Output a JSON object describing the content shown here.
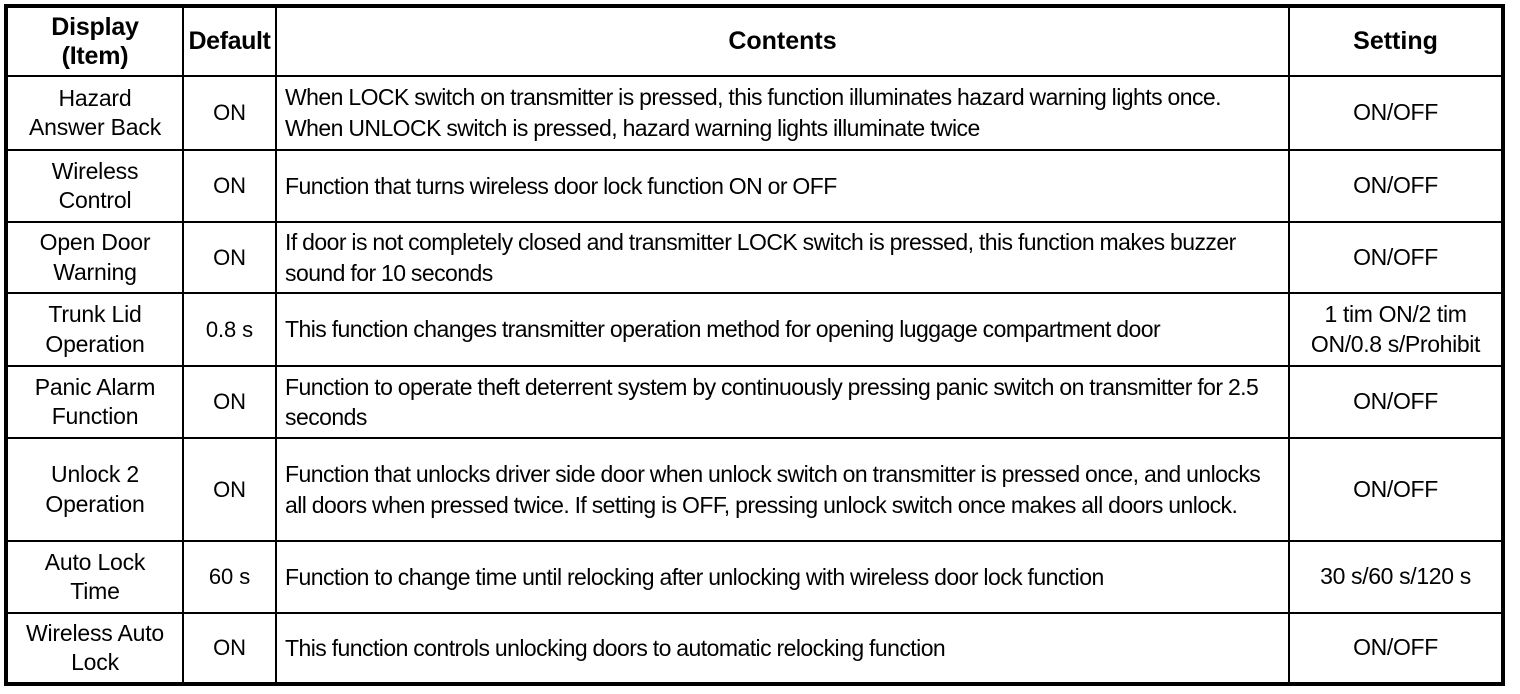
{
  "table": {
    "columns": [
      {
        "key": "item",
        "label_lines": [
          "Display",
          "(Item)"
        ]
      },
      {
        "key": "default",
        "label_lines": [
          "Default"
        ]
      },
      {
        "key": "contents",
        "label_lines": [
          "Contents"
        ]
      },
      {
        "key": "setting",
        "label_lines": [
          "Setting"
        ]
      }
    ],
    "headers": {
      "item_line1": "Display",
      "item_line2": "(Item)",
      "default": "Default",
      "contents": "Contents",
      "setting": "Setting"
    },
    "rows": [
      {
        "item_line1": "Hazard",
        "item_line2": "Answer Back",
        "default": "ON",
        "contents": "When LOCK switch on transmitter is pressed, this function illuminates hazard warning lights once. When UNLOCK switch is pressed, hazard warning lights illuminate twice",
        "setting_line1": "ON/OFF",
        "setting_line2": ""
      },
      {
        "item_line1": "Wireless",
        "item_line2": "Control",
        "default": "ON",
        "contents": "Function that turns wireless door lock function ON or OFF",
        "setting_line1": "ON/OFF",
        "setting_line2": ""
      },
      {
        "item_line1": "Open Door",
        "item_line2": "Warning",
        "default": "ON",
        "contents": "If door is not completely closed and transmitter LOCK switch is pressed, this function makes buzzer sound for 10 seconds",
        "setting_line1": "ON/OFF",
        "setting_line2": ""
      },
      {
        "item_line1": "Trunk Lid",
        "item_line2": "Operation",
        "default": "0.8 s",
        "contents": "This function changes transmitter operation method for opening luggage compartment door",
        "setting_line1": "1 tim ON/2 tim",
        "setting_line2": "ON/0.8 s/Prohibit"
      },
      {
        "item_line1": "Panic Alarm",
        "item_line2": "Function",
        "default": "ON",
        "contents": "Function to operate theft deterrent system by continuously pressing panic switch on transmitter for 2.5 seconds",
        "setting_line1": "ON/OFF",
        "setting_line2": ""
      },
      {
        "item_line1": "Unlock 2",
        "item_line2": "Operation",
        "default": "ON",
        "contents": "Function that unlocks driver side door when unlock switch on transmitter is pressed once, and unlocks all doors when pressed twice. If setting is OFF, pressing unlock switch once makes all doors unlock.",
        "setting_line1": "ON/OFF",
        "setting_line2": ""
      },
      {
        "item_line1": "Auto Lock",
        "item_line2": "Time",
        "default": "60 s",
        "contents": "Function to change time until relocking after unlocking with wireless door lock function",
        "setting_line1": "30 s/60 s/120 s",
        "setting_line2": ""
      },
      {
        "item_line1": "Wireless Auto",
        "item_line2": "Lock",
        "default": "ON",
        "contents": "This function controls unlocking doors to automatic relocking function",
        "setting_line1": "ON/OFF",
        "setting_line2": ""
      }
    ]
  },
  "colors": {
    "border": "#000000",
    "text": "#000000",
    "background": "#ffffff"
  }
}
